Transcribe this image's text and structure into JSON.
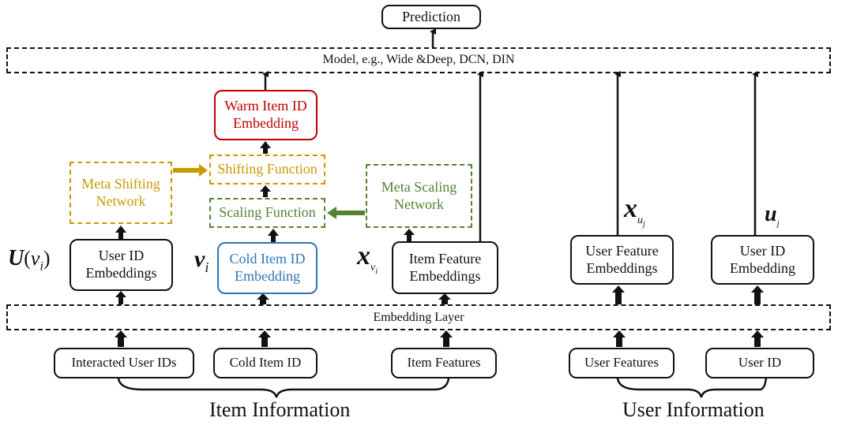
{
  "output": {
    "label": "Prediction"
  },
  "model_layer": {
    "label": "Model, e.g., Wide &Deep, DCN, DIN"
  },
  "embedding_layer": {
    "label": "Embedding Layer"
  },
  "meta_modules": {
    "warm_item_id_embedding": {
      "label_line1": "Warm Item ID",
      "label_line2": "Embedding",
      "color": "#c00000"
    },
    "shifting_function": {
      "label": "Shifting Function",
      "color": "#c89a00"
    },
    "scaling_function": {
      "label": "Scaling Function",
      "color": "#548235"
    },
    "meta_shifting_network": {
      "label_line1": "Meta Shifting",
      "label_line2": "Network",
      "color": "#c89a00"
    },
    "meta_scaling_network": {
      "label_line1": "Meta Scaling",
      "label_line2": "Network",
      "color": "#548235"
    }
  },
  "embeddings": {
    "user_id_embeddings": {
      "label_line1": "User ID",
      "label_line2": "Embeddings",
      "symbol": "U",
      "symbol_arg": "(v",
      "symbol_sub": "i",
      "symbol_close": ")"
    },
    "cold_item_id_embedding": {
      "label_line1": "Cold Item ID",
      "label_line2": "Embedding",
      "color": "#2e75b6",
      "symbol": "v",
      "symbol_sub": "i"
    },
    "item_feature_embeddings": {
      "label_line1": "Item Feature",
      "label_line2": "Embeddings",
      "symbol": "x",
      "symbol_sub": "v",
      "symbol_subsub": "i"
    },
    "user_feature_embeddings": {
      "label_line1": "User Feature",
      "label_line2": "Embeddings",
      "symbol": "x",
      "symbol_sub": "u",
      "symbol_subsub": "j"
    },
    "user_id_embedding": {
      "label_line1": "User ID",
      "label_line2": "Embedding",
      "symbol": "u",
      "symbol_sub": "j"
    }
  },
  "inputs": {
    "interacted_user_ids": "Interacted User IDs",
    "cold_item_id": "Cold Item ID",
    "item_features": "Item Features",
    "user_features": "User Features",
    "user_id": "User ID"
  },
  "groups": {
    "item_information": "Item Information",
    "user_information": "User Information"
  }
}
